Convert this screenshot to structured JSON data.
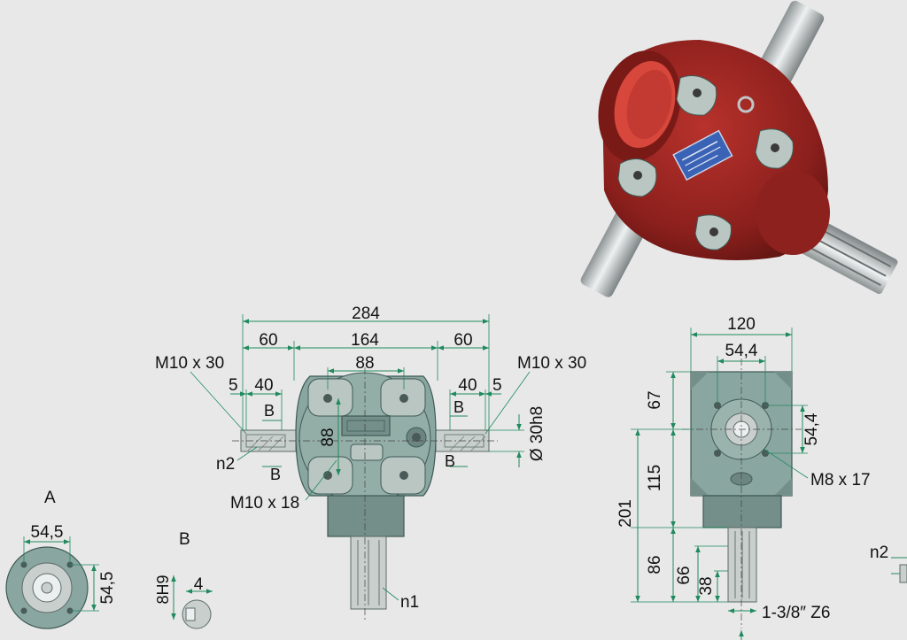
{
  "front_view": {
    "overall": "284",
    "left_shaft": "60",
    "body": "164",
    "right_shaft": "60",
    "top_bolt": "88",
    "left_thread": "M10 x 30",
    "right_thread": "M10 x 30",
    "left_gap": "5",
    "left_key": "40",
    "right_key": "40",
    "right_gap": "5",
    "section_b1": "B",
    "section_b2": "B",
    "section_b3": "B",
    "section_b4": "B",
    "vertical_bolt": "88",
    "shaft_diameter": "Ø 30h8",
    "n2": "n2",
    "bottom_thread": "M10 x 18",
    "n1": "n1"
  },
  "side_view": {
    "width": "120",
    "bolt": "54,4",
    "vert_bolt": "54,4",
    "top": "67",
    "middle": "115",
    "total": "201",
    "lower": "86",
    "spline_len": "66",
    "spline_short": "38",
    "thread": "M8 x 17",
    "spline": "1-3/8″ Z6"
  },
  "detail_a": {
    "label": "A",
    "horizontal": "54,5",
    "vertical": "54,5"
  },
  "detail_b": {
    "label": "B",
    "key_depth": "8H9",
    "key_width": "4"
  },
  "edge_n2": "n2"
}
